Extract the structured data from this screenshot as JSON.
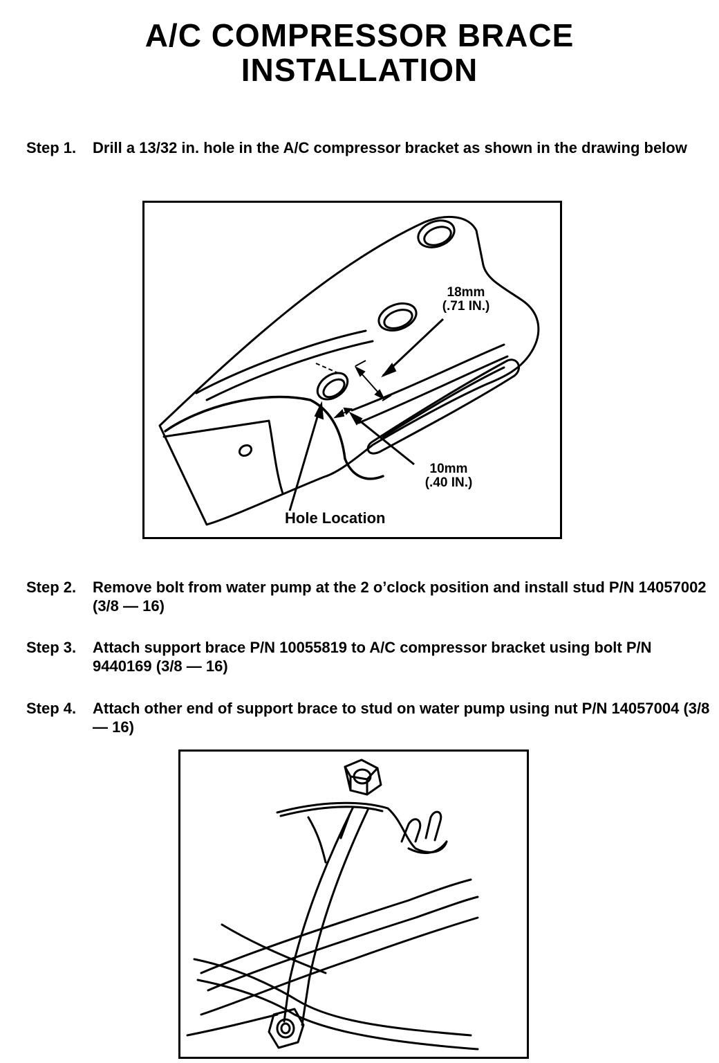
{
  "document": {
    "title_line1": "A/C COMPRESSOR BRACE",
    "title_line2": "INSTALLATION"
  },
  "steps": [
    {
      "number": "Step 1.",
      "text": "Drill a 13/32 in. hole in the A/C compressor bracket as shown in the drawing below"
    },
    {
      "number": "Step 2.",
      "text": "Remove bolt from water pump at the 2 o’clock position and install stud P/N 14057002 (3/8 — 16)"
    },
    {
      "number": "Step 3.",
      "text": "Attach support brace P/N 10055819 to A/C compressor bracket using bolt P/N 9440169 (3/8 — 16)"
    },
    {
      "number": "Step 4.",
      "text": "Attach other end of support brace to stud on water pump using nut P/N 14057004 (3/8 — 16)"
    }
  ],
  "figure1": {
    "dim_top_metric": "18mm",
    "dim_top_imperial": "(.71 IN.)",
    "dim_bottom_metric": "10mm",
    "dim_bottom_imperial": "(.40 IN.)",
    "hole_label": "Hole Location"
  }
}
